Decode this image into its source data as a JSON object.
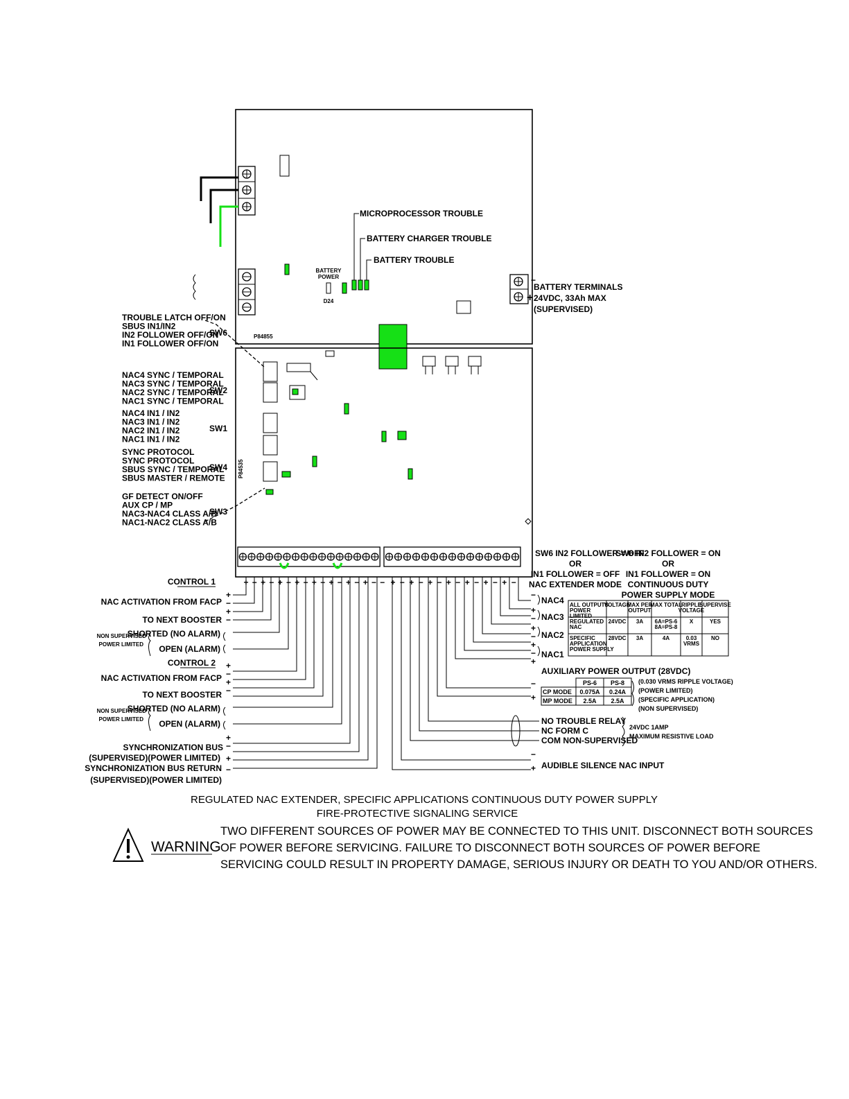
{
  "board": {
    "upper_label": "P84855",
    "lower_label": "P84535",
    "led_labels": [
      "MICROPROCESSOR TROUBLE",
      "BATTERY CHARGER TROUBLE",
      "BATTERY TROUBLE"
    ],
    "battery_power_line1": "BATTERY",
    "battery_power_line2": "POWER",
    "diode_label": "D24"
  },
  "battery": {
    "line1": "BATTERY TERMINALS",
    "line2": "24VDC, 33Ah MAX",
    "line3": "(SUPERVISED)",
    "minus": "−",
    "plus": "+"
  },
  "switches": [
    {
      "name": "SW6",
      "lines": [
        "TROUBLE LATCH OFF/ON",
        "SBUS IN1/IN2",
        "IN2 FOLLOWER OFF/ON",
        "IN1 FOLLOWER OFF/ON"
      ]
    },
    {
      "name": "SW2",
      "lines": [
        "NAC4 SYNC / TEMPORAL",
        "NAC3 SYNC / TEMPORAL",
        "NAC2 SYNC / TEMPORAL",
        "NAC1 SYNC / TEMPORAL"
      ]
    },
    {
      "name": "SW1",
      "lines": [
        "NAC4 IN1 / IN2",
        "NAC3 IN1 / IN2",
        "NAC2 IN1 / IN2",
        "NAC1 IN1 / IN2"
      ]
    },
    {
      "name": "SW4",
      "lines": [
        "SYNC PROTOCOL",
        "SYNC PROTOCOL",
        "SBUS SYNC / TEMPORAL",
        "SBUS MASTER / REMOTE"
      ]
    },
    {
      "name": "SW3",
      "lines": [
        "GF DETECT ON/OFF",
        "AUX CP / MP",
        "NAC3-NAC4 CLASS A/B",
        "NAC1-NAC2 CLASS A/B"
      ]
    }
  ],
  "terminal_polarity_left": [
    "+",
    "−",
    "+",
    "−",
    "+",
    "−",
    "+",
    "−",
    "+",
    "−",
    "+",
    "−",
    "+",
    "−",
    "+",
    "−",
    "−"
  ],
  "terminal_polarity_right": [
    "+",
    "−",
    "+",
    "−",
    "+",
    "−",
    "+",
    "−",
    "+",
    "−",
    "+",
    "−",
    "+",
    "−"
  ],
  "modes": {
    "left_line1": "SW6 IN2 FOLLOWER = OFF",
    "left_or": "OR",
    "left_line2": "IN1 FOLLOWER = OFF",
    "left_line3": "NAC EXTENDER MODE",
    "right_line1": "SW6 IN2 FOLLOWER = ON",
    "right_or": "OR",
    "right_line2": "IN1 FOLLOWER = ON",
    "right_line3": "CONTINUOUS DUTY",
    "right_line4": "POWER SUPPLY MODE"
  },
  "left_labels": {
    "control1": "CONTROL 1",
    "nac_act1": "NAC ACTIVATION FROM FACP",
    "next_booster1": "TO NEXT BOOSTER",
    "non_sup1": "NON SUPERVISED",
    "power_lim1": "POWER LIMITED",
    "shorted1": "SHORTED (NO ALARM)",
    "open1": "OPEN (ALARM)",
    "control2": "CONTROL 2",
    "nac_act2": "NAC ACTIVATION FROM FACP",
    "next_booster2": "TO NEXT BOOSTER",
    "non_sup2": "NON SUPERVISED",
    "power_lim2": "POWER LIMITED",
    "shorted2": "SHORTED (NO ALARM)",
    "open2": "OPEN (ALARM)",
    "sync_bus": "SYNCHRONIZATION BUS",
    "sync_bus_sub": "(SUPERVISED)(POWER LIMITED)",
    "sync_ret": "SYNCHRONIZATION BUS RETURN",
    "sync_ret_sub": "(SUPERVISED)(POWER LIMITED)"
  },
  "nac_labels": [
    "NAC4",
    "NAC3",
    "NAC2",
    "NAC1"
  ],
  "spec_table": {
    "headers": [
      "ALL OUTPUTS POWER LIMITED",
      "VOLTAGE",
      "MAX PER OUTPUT",
      "MAX TOTAL",
      "RIPPLE VOLTAGE",
      "SUPERVISE"
    ],
    "rows": [
      [
        "REGULATED NAC",
        "24VDC",
        "3A",
        "6A=PS-6 8A=PS-8",
        "X",
        "YES"
      ],
      [
        "SPECIFIC APPLICATION POWER SUPPLY",
        "28VDC",
        "3A",
        "4A",
        "0.03 VRMS",
        "NO"
      ]
    ]
  },
  "aux": {
    "title": "AUXILIARY POWER OUTPUT (28VDC)",
    "cols": [
      "",
      "PS-6",
      "PS-8"
    ],
    "rows": [
      [
        "CP MODE",
        "0.075A",
        "0.24A"
      ],
      [
        "MP MODE",
        "2.5A",
        "2.5A"
      ]
    ],
    "note1": "(0.030 VRMS RIPPLE VOLTAGE)",
    "note2": "(POWER LIMITED)",
    "note3": "(SPECIFIC APPLICATION)",
    "note4": "(NON SUPERVISED)"
  },
  "relay": {
    "lines": [
      "NO   TROUBLE RELAY",
      "NC   FORM C",
      "COM NON-SUPERVISED"
    ],
    "rating1": "24VDC 1AMP",
    "rating2": "MAXIMUM RESISTIVE LOAD"
  },
  "audible": "AUDIBLE SILENCE NAC INPUT",
  "footer": {
    "title1": "REGULATED NAC EXTENDER, SPECIFIC APPLICATIONS CONTINUOUS DUTY POWER SUPPLY",
    "title2": "FIRE-PROTECTIVE SIGNALING SERVICE",
    "warning_word": "WARNING",
    "warning_lines": [
      "TWO DIFFERENT SOURCES OF POWER MAY BE CONNECTED TO THIS UNIT.  DISCONNECT BOTH SOURCES",
      "OF POWER BEFORE SERVICING.  FAILURE TO DISCONNECT BOTH SOURCES OF POWER  BEFORE",
      "SERVICING COULD RESULT IN PROPERTY DAMAGE, SERIOUS INJURY OR DEATH TO YOU AND/OR  OTHERS."
    ]
  }
}
